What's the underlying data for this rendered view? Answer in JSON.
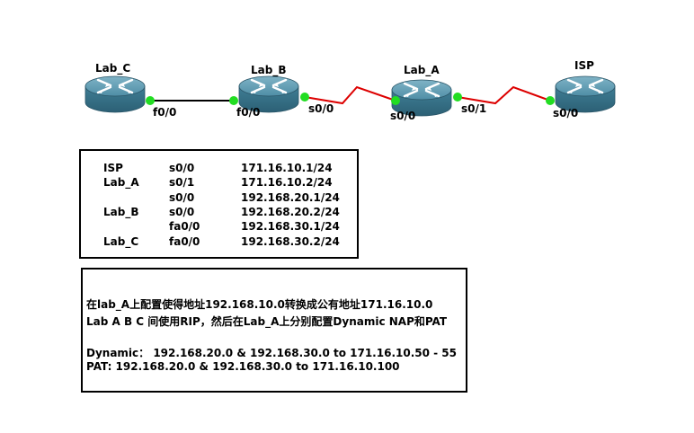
{
  "routers": [
    {
      "name": "Lab_C"
    },
    {
      "name": "Lab_B"
    },
    {
      "name": "Lab_A"
    },
    {
      "name": "ISP"
    }
  ],
  "interfaces": {
    "lab_c_right": "f0/0",
    "lab_b_left": "f0/0",
    "lab_b_right": "s0/0",
    "lab_a_left": "s0/0",
    "lab_a_right": "s0/1",
    "isp_left": "s0/0"
  },
  "colors": {
    "port_dot": "#22dd22",
    "ethernet_link": "#000000",
    "serial_link": "#dd0000",
    "router_body": "#3e7f95"
  },
  "ip_table": [
    {
      "device": "ISP",
      "iface": "s0/0",
      "ip": "171.16.10.1/24"
    },
    {
      "device": "Lab_A",
      "iface": "s0/1",
      "ip": "171.16.10.2/24"
    },
    {
      "device": "",
      "iface": "s0/0",
      "ip": "192.168.20.1/24"
    },
    {
      "device": "Lab_B",
      "iface": "s0/0",
      "ip": "192.168.20.2/24"
    },
    {
      "device": "",
      "iface": "fa0/0",
      "ip": "192.168.30.1/24"
    },
    {
      "device": "Lab_C",
      "iface": "fa0/0",
      "ip": "192.168.30.2/24"
    }
  ],
  "notes": {
    "line1": "在lab_A上配置使得地址192.168.10.0转换成公有地址171.16.10.0",
    "line2": "Lab A B C 间使用RIP，然后在Lab_A上分别配置Dynamic NAP和PAT",
    "line3": "Dynamic： 192.168.20.0 & 192.168.30.0 to 171.16.10.50 - 55",
    "line4": "PAT: 192.168.20.0 & 192.168.30.0 to 171.16.10.100"
  }
}
